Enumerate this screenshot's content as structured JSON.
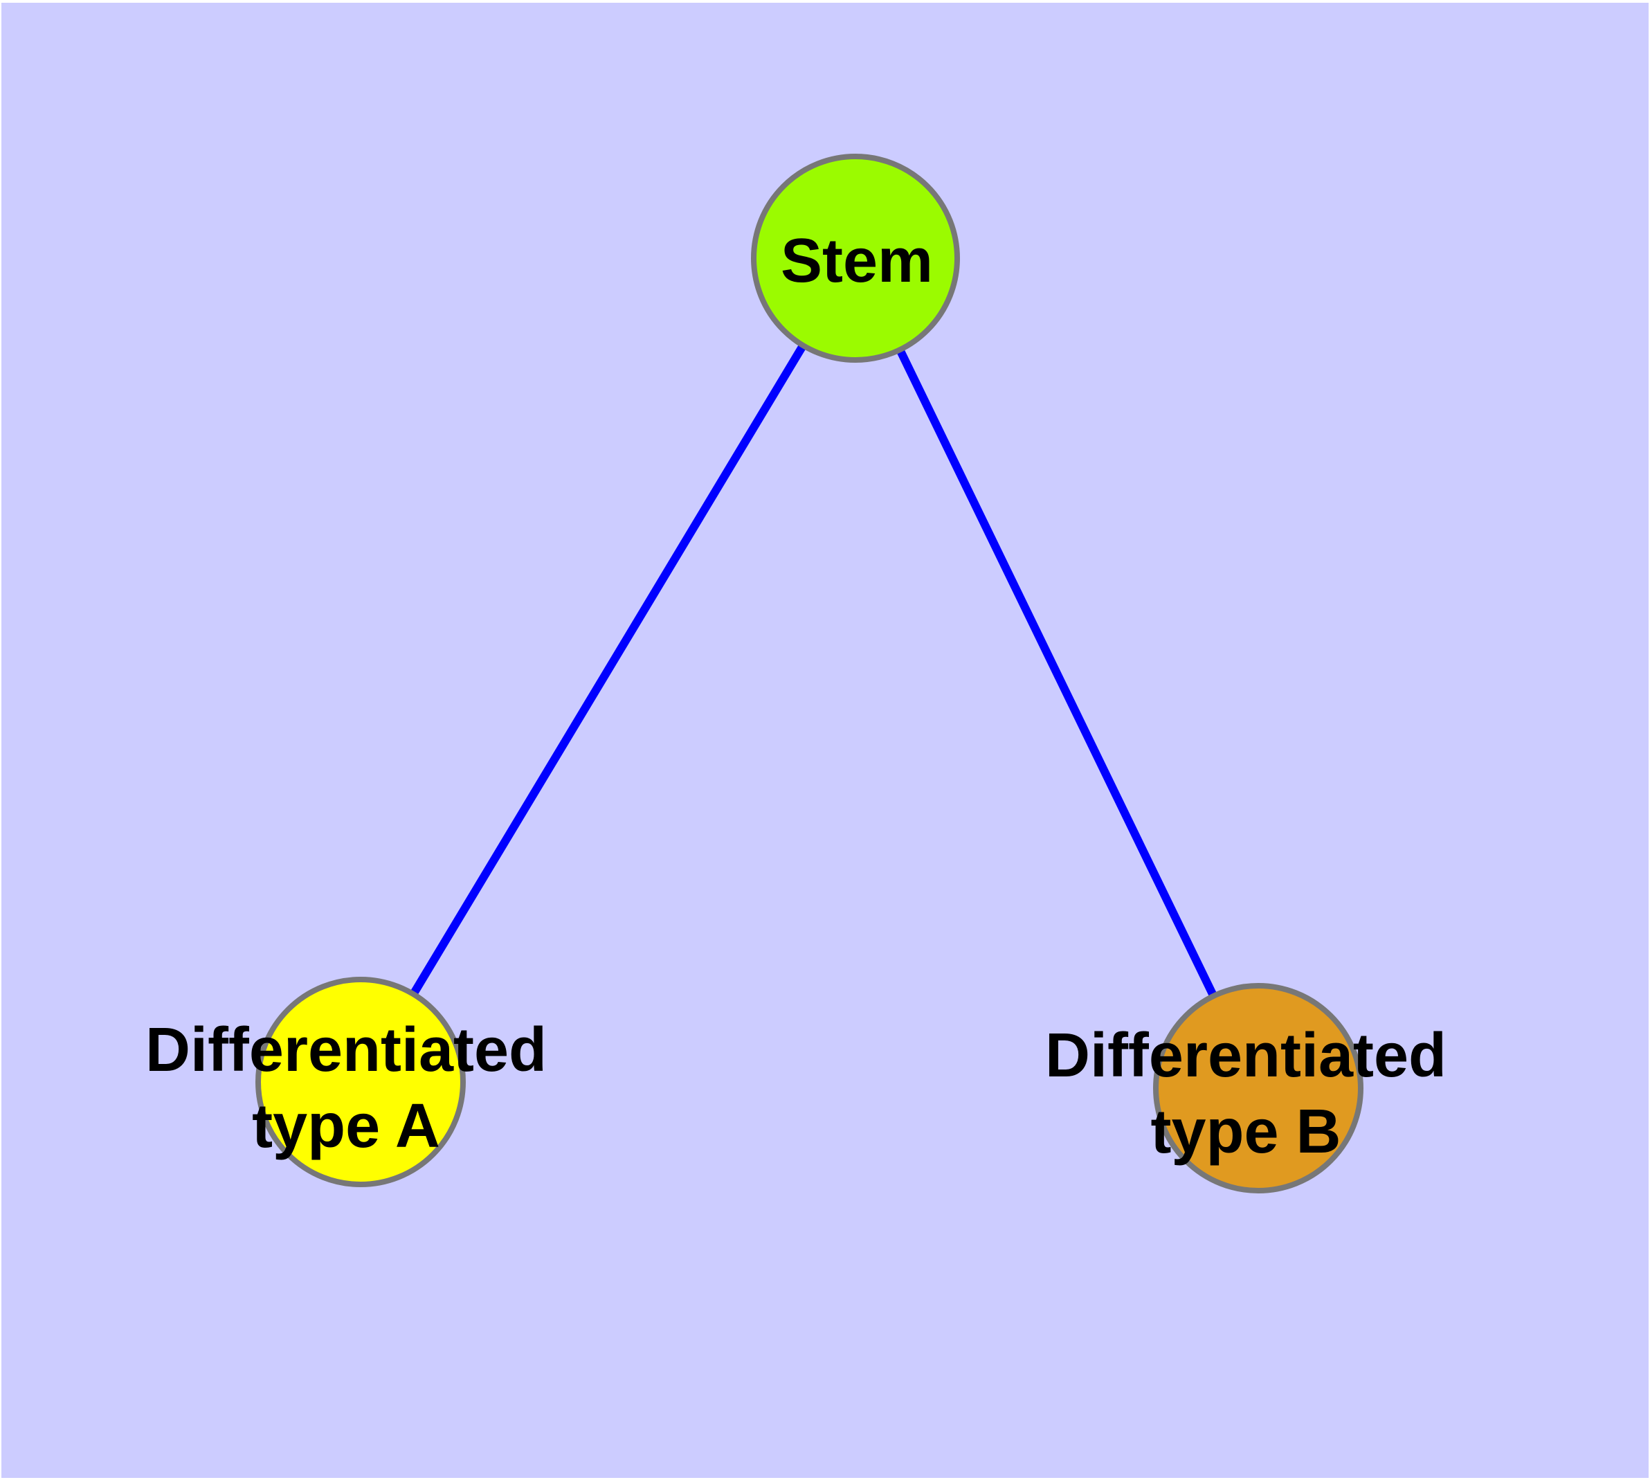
{
  "diagram": {
    "type": "graph",
    "description": "Cell differentiation hierarchy: a Stem node linked to two differentiated cell type nodes",
    "nodes": [
      {
        "id": "stem",
        "label": "Stem",
        "fill": "#9BFB00",
        "shape": "circle"
      },
      {
        "id": "type_a",
        "label": "Differentiated type A",
        "fill": "#FFFF00",
        "shape": "circle"
      },
      {
        "id": "type_b",
        "label": "Differentiated type B",
        "fill": "#E09A20",
        "shape": "circle"
      }
    ],
    "edges": [
      {
        "from": "Stem",
        "to": "Differentiated type A"
      },
      {
        "from": "Stem",
        "to": "Differentiated type B"
      }
    ]
  },
  "labels": {
    "stem": "Stem",
    "type_a_line1": "Differentiated",
    "type_a_line2": "type A",
    "type_b_line1": "Differentiated",
    "type_b_line2": "type B"
  },
  "colors": {
    "page_margin": "#FFFFFF",
    "background": "#CCCCFF",
    "edge": "#0000FF",
    "node_border": "#777777",
    "stem_fill": "#9BFB00",
    "type_a_fill": "#FFFF00",
    "type_b_fill": "#E09A20",
    "label_text": "#000000"
  }
}
